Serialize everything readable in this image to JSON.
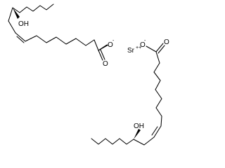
{
  "molecule": {
    "labels": {
      "hydroxyl_top": "OH",
      "hydroxyl_bottom": "OH",
      "carbonyl_left": "O",
      "oxide_left": "O",
      "oxide_left_charge": "-",
      "cation": "Sr",
      "cation_charge": "++",
      "oxide_right": "O",
      "oxide_right_charge": "-",
      "carbonyl_right": "O"
    }
  }
}
